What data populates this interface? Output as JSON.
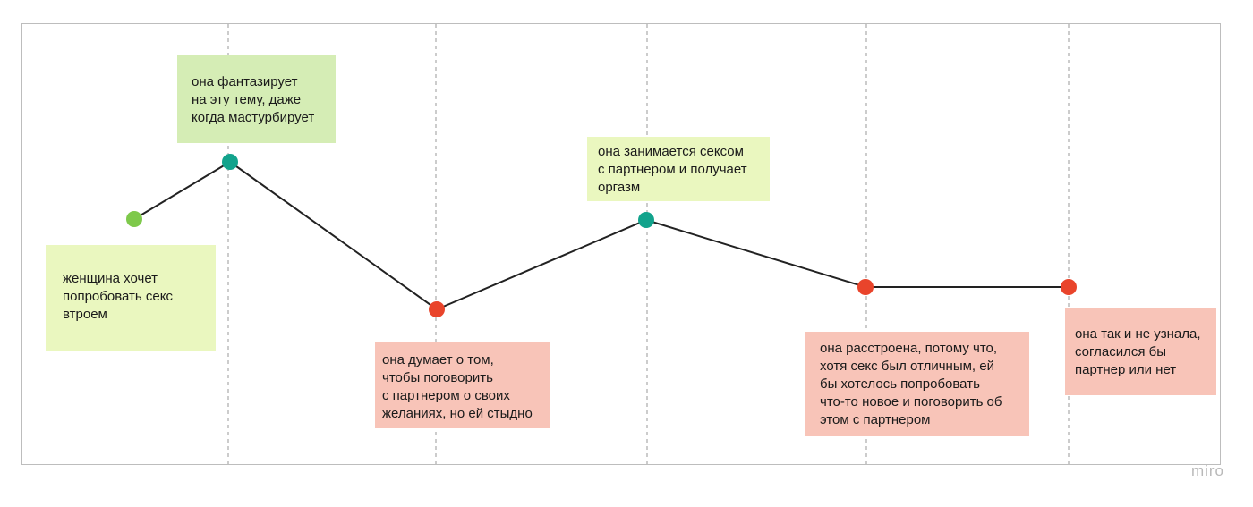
{
  "colors": {
    "line": "#222222",
    "grid": "#9a9a9a",
    "dot_light_green": "#7ec94b",
    "dot_teal": "#12a38c",
    "dot_red": "#e9442b",
    "note_green": "#d5edb5",
    "note_yellow": "#eaf7bf",
    "note_red": "#f8c4b8"
  },
  "journey": {
    "points": [
      {
        "id": "p1",
        "color": "dot_light_green",
        "note": "женщина хочет\nпопробовать секс\nвтроем"
      },
      {
        "id": "p2",
        "color": "dot_teal",
        "note": "она фантазирует\nна эту тему, даже\nкогда мастурбирует"
      },
      {
        "id": "p3",
        "color": "dot_red",
        "note": "она думает о том,\nчтобы поговорить\nс партнером о своих\nжеланиях, но ей стыдно"
      },
      {
        "id": "p4",
        "color": "dot_teal",
        "note": "она занимается сексом\nс партнером и получает\nоргазм"
      },
      {
        "id": "p5",
        "color": "dot_red",
        "note": "она расстроена, потому что,\nхотя секс был отличным, ей\nбы хотелось попробовать\nчто-то новое и поговорить об\nэтом с партнером"
      },
      {
        "id": "p6",
        "color": "dot_red",
        "note": "она так и не узнала,\nсогласился бы\nпартнер или нет"
      }
    ]
  },
  "brand": "miro"
}
